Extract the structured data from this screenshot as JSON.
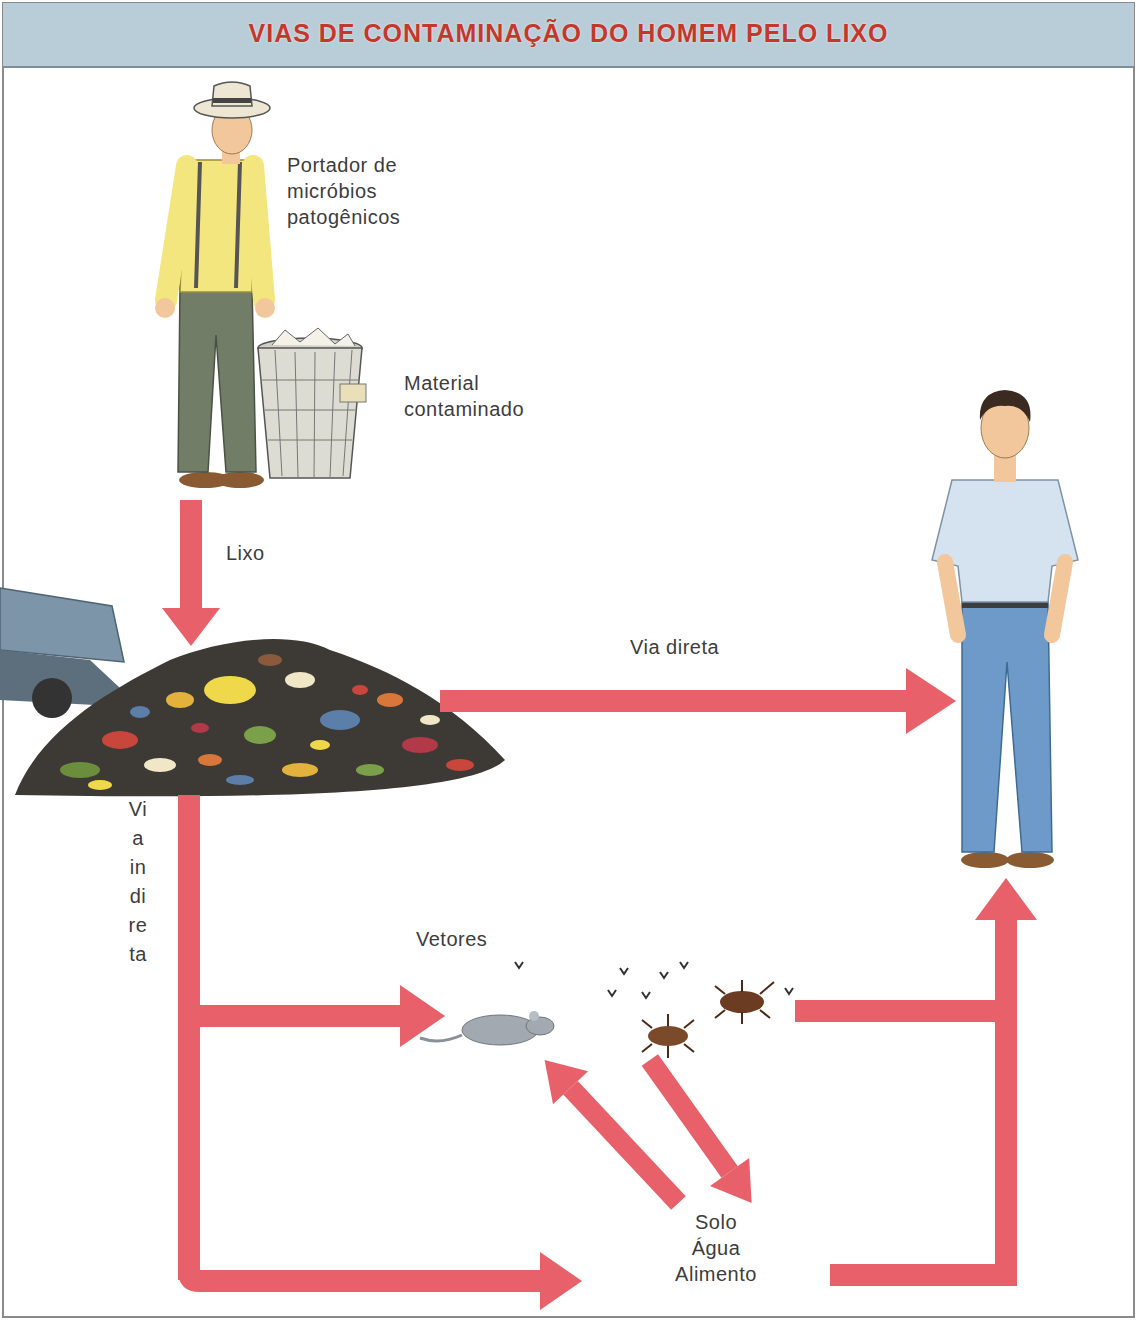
{
  "diagram": {
    "title": "VIAS DE CONTAMINAÇÃO DO HOMEM PELO LIXO",
    "nodes": [
      {
        "text": [
          "Portador de micróbios patogênicos"
        ]
      },
      {
        "text": [
          "Material contaminado"
        ]
      },
      {
        "text": [
          "Vetores"
        ]
      },
      {
        "text": [
          "Solo Água Alimento"
        ]
      }
    ],
    "edges": [
      {
        "from": 2,
        "to": 3,
        "arrow": "to"
      },
      {
        "from": 3,
        "to": 2,
        "arrow": "to"
      }
    ],
    "labels": [
      "Lixo",
      "Via direta",
      "Via indireta"
    ]
  }
}
